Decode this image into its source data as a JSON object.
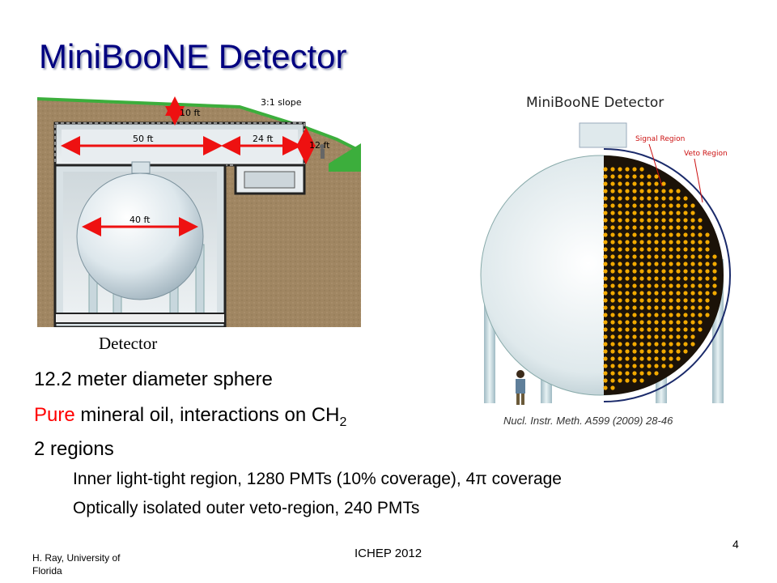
{
  "slide": {
    "title": "MiniBooNE Detector",
    "left_figure": {
      "labels": {
        "ten_ft": "10 ft",
        "slope": "3:1 slope",
        "fifty_ft": "50 ft",
        "twentyfour_ft": "24 ft",
        "twelve_ft": "12 ft",
        "forty_ft": "40 ft"
      },
      "caption": "Detector"
    },
    "right_figure": {
      "title": "MiniBooNE Detector",
      "signal_label": "Signal Region",
      "veto_label": "Veto Region",
      "citation": "Nucl. Instr. Meth. A599 (2009) 28-46"
    },
    "bullets": [
      {
        "text": "12.2 meter diameter sphere"
      },
      {
        "highlight": "Pure",
        "text": " mineral oil, interactions on CH",
        "subscript": "2"
      },
      {
        "text": "2 regions"
      }
    ],
    "sub_bullets": [
      "Inner light-tight region, 1280 PMTs (10% coverage), 4π coverage",
      "Optically isolated outer veto-region, 240 PMTs"
    ],
    "footer": {
      "author": "H. Ray, University of Florida",
      "conference": "ICHEP 2012",
      "page": "4"
    },
    "colors": {
      "title": "#000080",
      "highlight": "#ff0000",
      "dimension_arrows": "#ee1111",
      "dirt": "#a08662",
      "grass": "#3cae3c",
      "pmt_dots": "#f2a900"
    }
  }
}
